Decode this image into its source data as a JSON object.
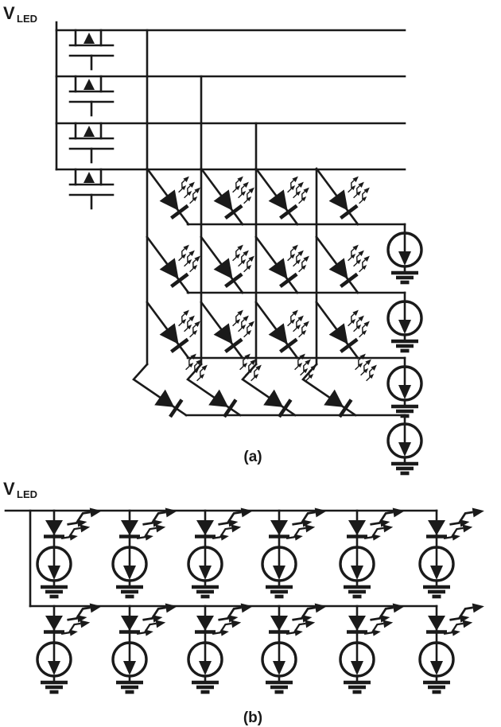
{
  "page": {
    "background": "#ffffff",
    "ink": "#1a1a1a",
    "kind": "led-driver-circuit-schematic"
  },
  "labels": {
    "supply_a": {
      "symbol": "V",
      "subscript": "LED"
    },
    "supply_b": {
      "symbol": "V",
      "subscript": "LED"
    },
    "caption_a": "(a)",
    "caption_b": "(b)"
  },
  "figure_a": {
    "description": "4x4 LED matrix: VLED rail feeds 4 high-side MOSFET row switches driving 4 anode lines; 16 diagonal LEDs connect to 4 cathode lines, each terminated by a current sink to ground",
    "row_switches": 4,
    "anode_lines": 4,
    "cathode_lines": 4,
    "leds": 16,
    "current_sinks": 4,
    "grounds": 4
  },
  "figure_b": {
    "description": "Direct-drive array: two rails from VLED, each with 6 LEDs, every LED in series with its own current sink to ground",
    "rails": 2,
    "leds_per_rail": 6,
    "leds": 12,
    "current_sinks": 12,
    "grounds": 12
  }
}
